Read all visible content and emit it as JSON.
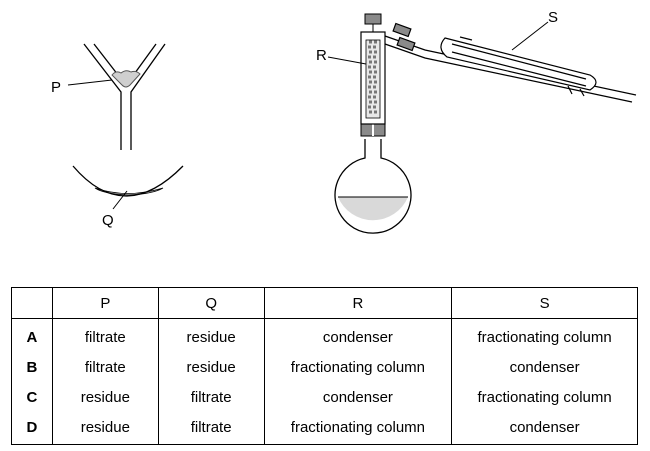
{
  "labels": {
    "p": "P",
    "q": "Q",
    "r": "R",
    "s": "S"
  },
  "table": {
    "headers": [
      "",
      "P",
      "Q",
      "R",
      "S"
    ],
    "rows": [
      {
        "key": "A",
        "p": "filtrate",
        "q": "residue",
        "r": "condenser",
        "s": "fractionating column"
      },
      {
        "key": "B",
        "p": "filtrate",
        "q": "residue",
        "r": "fractionating column",
        "s": "condenser"
      },
      {
        "key": "C",
        "p": "residue",
        "q": "filtrate",
        "r": "condenser",
        "s": "fractionating column"
      },
      {
        "key": "D",
        "p": "residue",
        "q": "filtrate",
        "r": "fractionating column",
        "s": "condenser"
      }
    ]
  },
  "colors": {
    "residue_fill": "#cfcfcf",
    "liquid_fill": "#d9d9d9",
    "stopper": "#8a8a8a"
  }
}
